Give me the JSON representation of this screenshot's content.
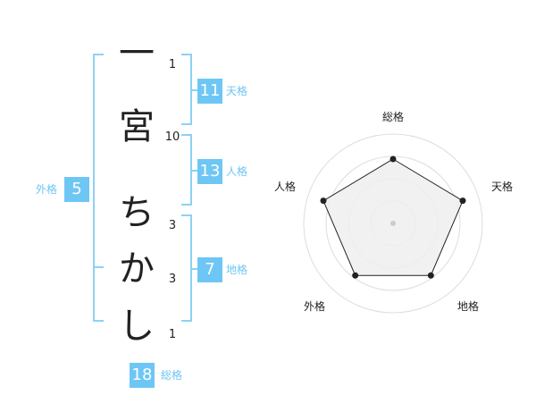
{
  "name": {
    "chars": [
      {
        "char": "一",
        "strokes": "1"
      },
      {
        "char": "宮",
        "strokes": "10"
      },
      {
        "char": "ち",
        "strokes": "3"
      },
      {
        "char": "か",
        "strokes": "3"
      },
      {
        "char": "し",
        "strokes": "1"
      }
    ]
  },
  "fortunes": {
    "ten": {
      "value": "11",
      "label": "天格"
    },
    "jin": {
      "value": "13",
      "label": "人格"
    },
    "chi": {
      "value": "7",
      "label": "地格"
    },
    "gai": {
      "value": "5",
      "label": "外格"
    },
    "sou": {
      "value": "18",
      "label": "総格"
    }
  },
  "colors": {
    "accent": "#6ec6f5",
    "text": "#222222",
    "ring": "#dddddd",
    "fill": "#eeeeee"
  },
  "chart_data": {
    "type": "radar",
    "categories": [
      "総格",
      "天格",
      "地格",
      "外格",
      "人格"
    ],
    "values": [
      0.72,
      0.82,
      0.72,
      0.72,
      0.82
    ],
    "rings": 4,
    "range": [
      0,
      1
    ]
  }
}
